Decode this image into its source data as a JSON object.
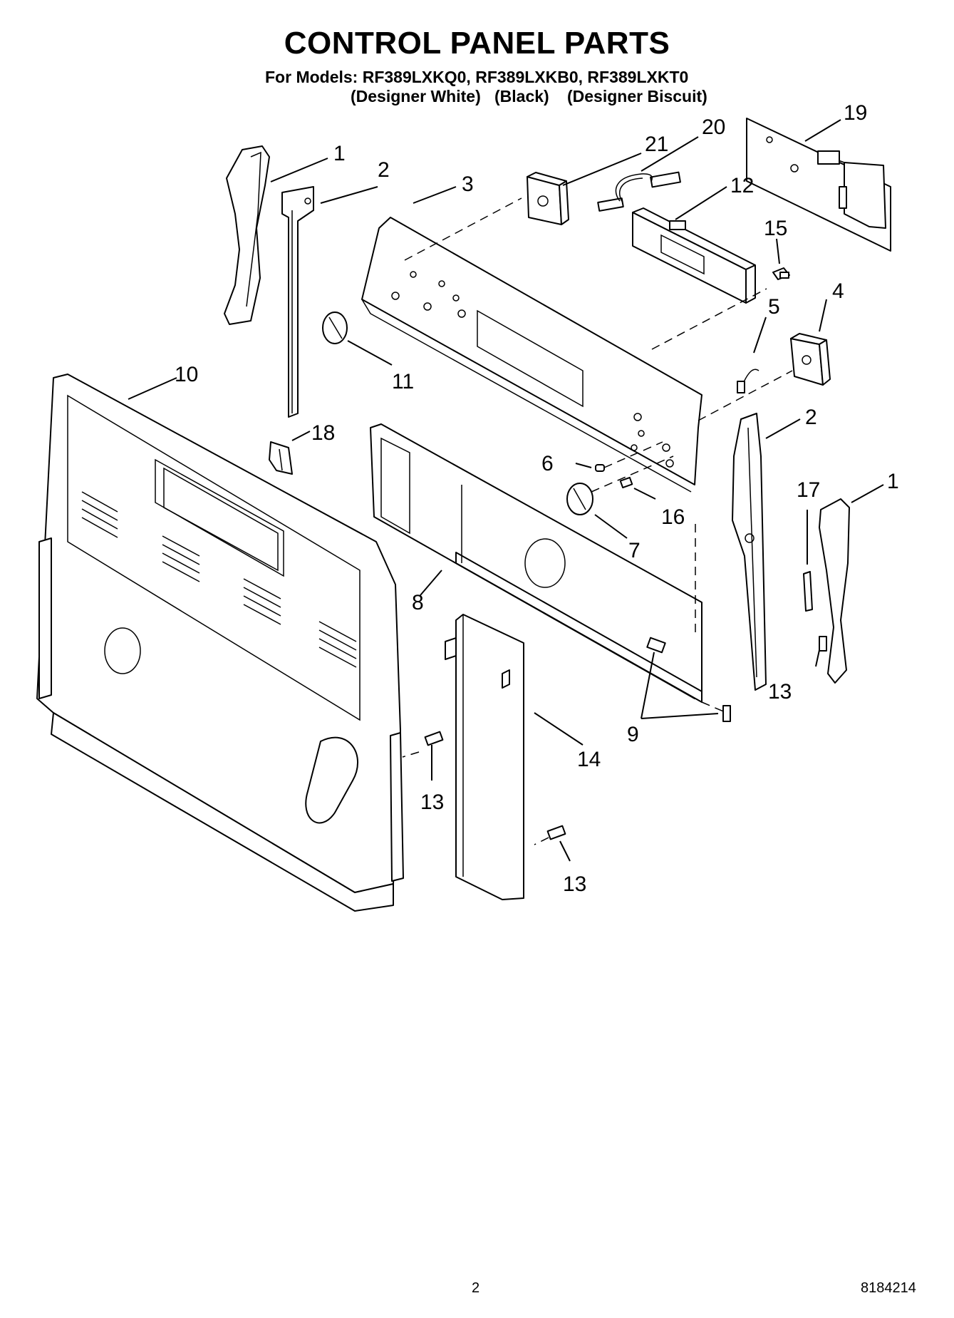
{
  "title": "CONTROL PANEL PARTS",
  "models_line": "For Models: RF389LXKQ0, RF389LXKB0, RF389LXKT0",
  "variants": [
    "(Designer White)",
    "(Black)",
    "(Designer Biscuit)"
  ],
  "callouts": {
    "c1a": "1",
    "c1b": "1",
    "c2a": "2",
    "c2b": "2",
    "c3": "3",
    "c4": "4",
    "c5": "5",
    "c6": "6",
    "c7": "7",
    "c8": "8",
    "c9": "9",
    "c10": "10",
    "c11": "11",
    "c12": "12",
    "c13a": "13",
    "c13b": "13",
    "c13c": "13",
    "c14": "14",
    "c15": "15",
    "c16": "16",
    "c17": "17",
    "c18": "18",
    "c19": "19",
    "c20": "20",
    "c21": "21"
  },
  "page_number": "2",
  "document_number": "8184214"
}
